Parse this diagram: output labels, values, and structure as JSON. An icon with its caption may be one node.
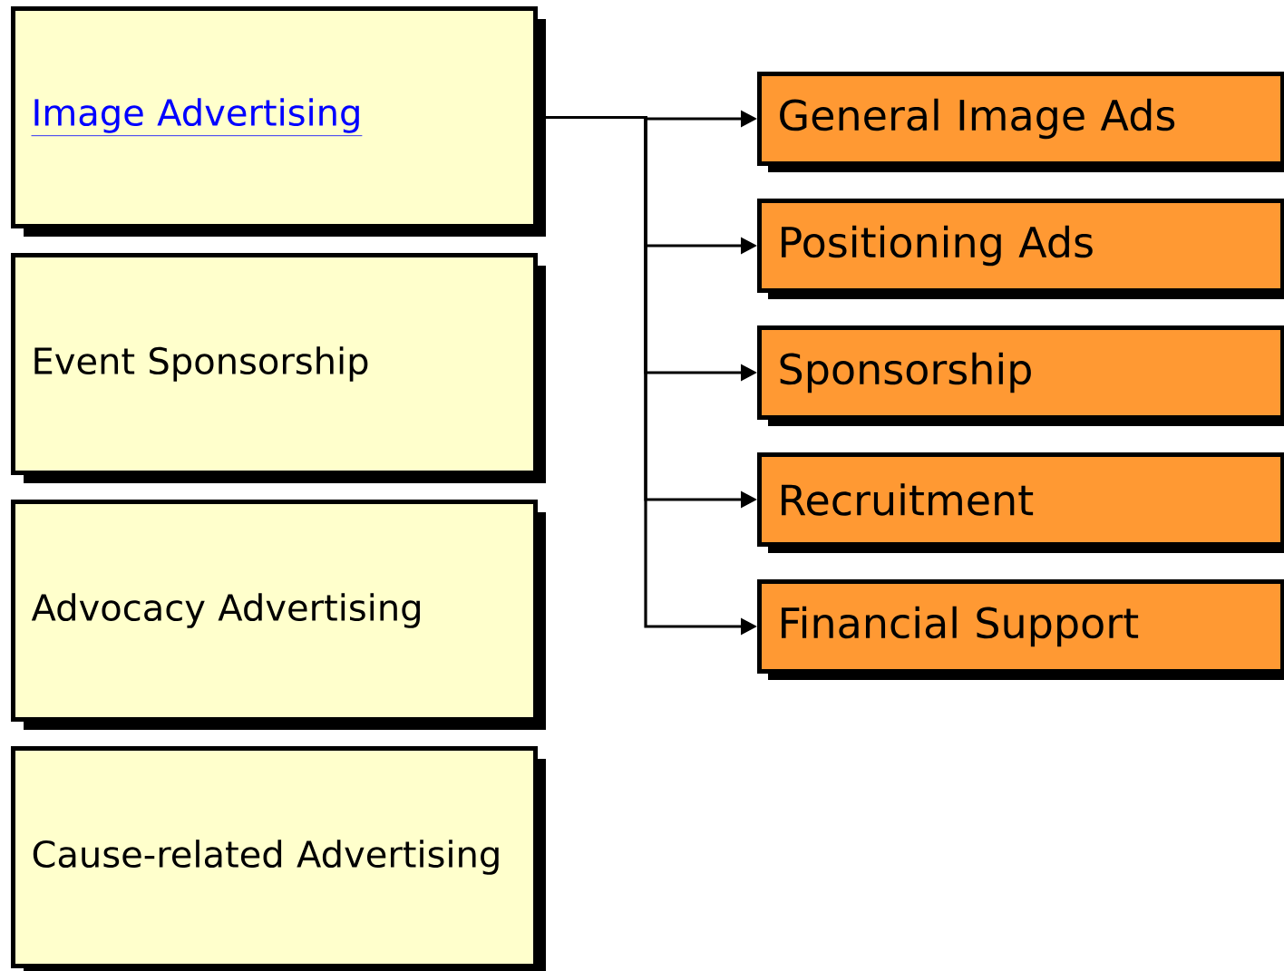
{
  "diagram": {
    "nodes": [
      {
        "text": [
          "Image Advertising"
        ]
      },
      {
        "text": [
          "Event Sponsorship"
        ]
      },
      {
        "text": [
          "Advocacy Advertising"
        ]
      },
      {
        "text": [
          "Cause-related Advertising"
        ]
      },
      {
        "text": [
          "General Image Ads"
        ]
      },
      {
        "text": [
          "Positioning Ads"
        ]
      },
      {
        "text": [
          "Sponsorship"
        ]
      },
      {
        "text": [
          "Recruitment"
        ]
      },
      {
        "text": [
          "Financial Support"
        ]
      }
    ],
    "edges": [
      {
        "from": 0,
        "to": 4,
        "arrow": "to"
      },
      {
        "from": 0,
        "to": 5,
        "arrow": "to"
      },
      {
        "from": 0,
        "to": 6,
        "arrow": "to"
      },
      {
        "from": 0,
        "to": 7,
        "arrow": "to"
      },
      {
        "from": 0,
        "to": 8,
        "arrow": "to"
      }
    ]
  }
}
